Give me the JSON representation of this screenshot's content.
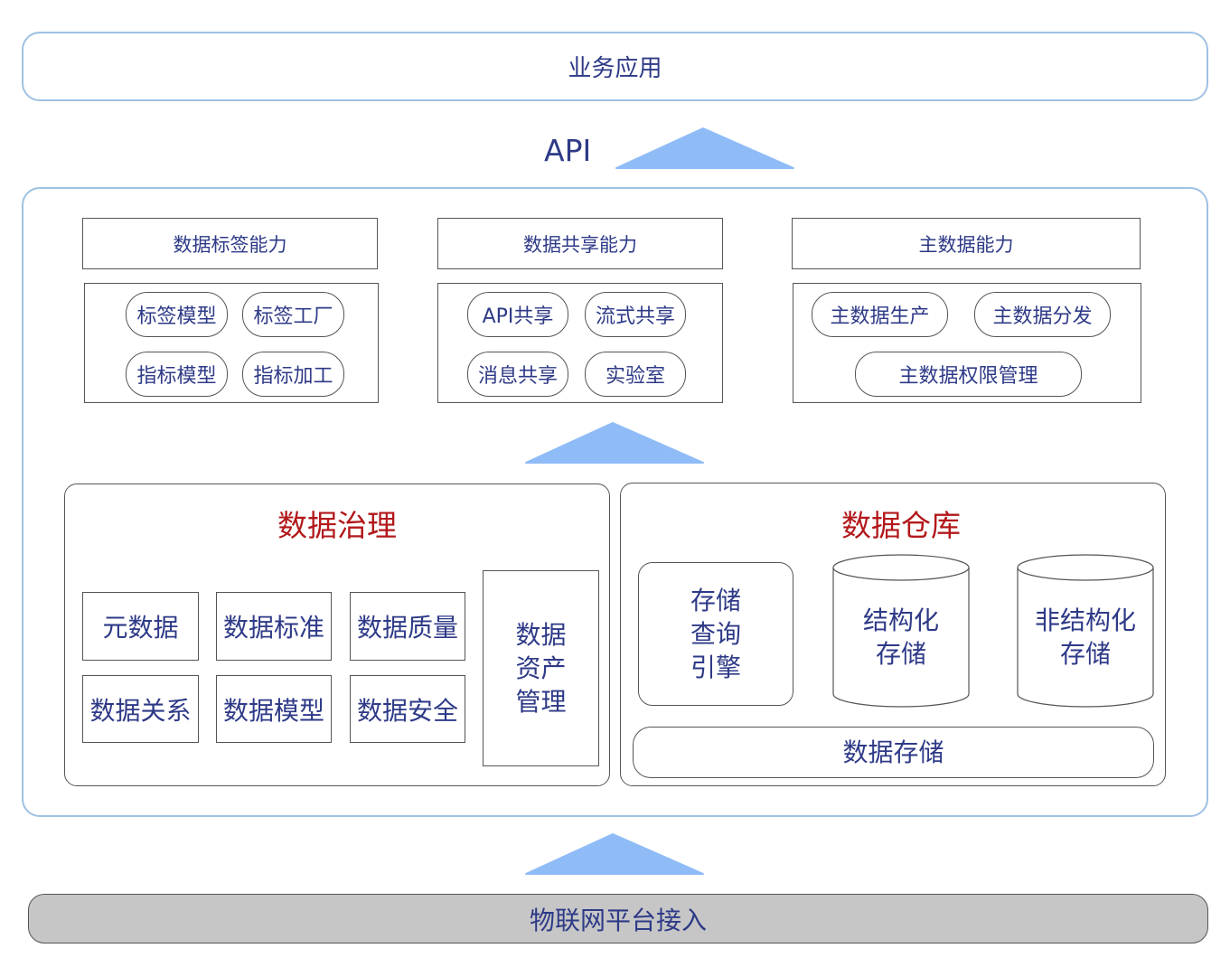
{
  "top": {
    "business_app": "业务应用"
  },
  "api_label": "API",
  "capabilities": [
    {
      "title": "数据标签能力",
      "items": [
        "标签模型",
        "标签工厂",
        "指标模型",
        "指标加工"
      ]
    },
    {
      "title": "数据共享能力",
      "items": [
        "API共享",
        "流式共享",
        "消息共享",
        "实验室"
      ]
    },
    {
      "title": "主数据能力",
      "items": [
        "主数据生产",
        "主数据分发",
        "主数据权限管理"
      ]
    }
  ],
  "governance": {
    "title": "数据治理",
    "items": [
      "元数据",
      "数据标准",
      "数据质量",
      "数据关系",
      "数据模型",
      "数据安全"
    ],
    "asset_mgmt": [
      "数据",
      "资产",
      "管理"
    ]
  },
  "warehouse": {
    "title": "数据仓库",
    "query_engine": [
      "存储",
      "查询",
      "引擎"
    ],
    "structured": [
      "结构化",
      "存储"
    ],
    "unstructured": [
      "非结构化",
      "存储"
    ],
    "storage": "数据存储"
  },
  "bottom": {
    "iot_access": "物联网平台接入"
  },
  "colors": {
    "frame_border": "#9fc1e3",
    "arrow_fill": "#8fbcf7",
    "text": "#2e3a87",
    "section_title": "#b2181b",
    "bottom_bar_bg": "#c6c6c6"
  }
}
